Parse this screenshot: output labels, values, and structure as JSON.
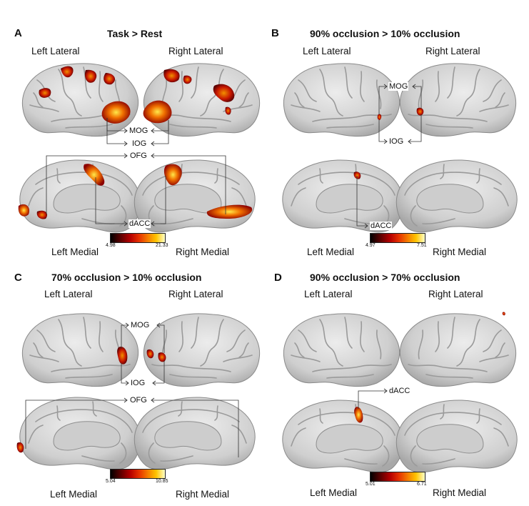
{
  "panels": {
    "A": {
      "letter": "A",
      "title": "Task > Rest",
      "left_lateral": "Left Lateral",
      "right_lateral": "Right Lateral",
      "left_medial": "Left Medial",
      "right_medial": "Right Medial",
      "regions": [
        "MOG",
        "IOG",
        "OFG",
        "dACC"
      ],
      "colorbar": {
        "min": "4.98",
        "max": "21.33"
      }
    },
    "B": {
      "letter": "B",
      "title": "90% occlusion > 10% occlusion",
      "left_lateral": "Left Lateral",
      "right_lateral": "Right Lateral",
      "left_medial": "Left Medial",
      "right_medial": "Right Medial",
      "regions": [
        "MOG",
        "IOG",
        "dACC"
      ],
      "colorbar": {
        "min": "4.97",
        "max": "7.51"
      }
    },
    "C": {
      "letter": "C",
      "title": "70% occlusion > 10% occlusion",
      "left_lateral": "Left Lateral",
      "right_lateral": "Right Lateral",
      "left_medial": "Left Medial",
      "right_medial": "Right Medial",
      "regions": [
        "MOG",
        "IOG",
        "OFG"
      ],
      "colorbar": {
        "min": "5.04",
        "max": "10.85"
      }
    },
    "D": {
      "letter": "D",
      "title": "90% occlusion > 70% occlusion",
      "left_lateral": "Left Lateral",
      "right_lateral": "Right Lateral",
      "left_medial": "Left Medial",
      "right_medial": "Right Medial",
      "regions": [
        "dACC"
      ],
      "colorbar": {
        "min": "5.01",
        "max": "6.71"
      }
    }
  },
  "colors": {
    "cortex": "#d4d4d4",
    "sulcus": "#9a9a9a",
    "activation_low": "#8b0000",
    "activation_mid": "#e84a00",
    "activation_high": "#ffe94a"
  }
}
